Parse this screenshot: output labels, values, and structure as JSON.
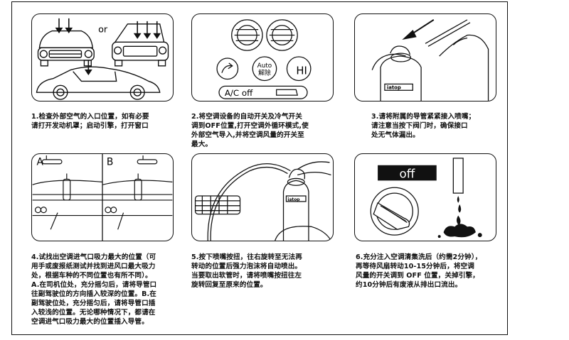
{
  "diagram_labels": {
    "or": "or",
    "ac_off": "A/C off",
    "auto_top": "Auto",
    "auto_bottom": "解除",
    "hi": "HI",
    "can_brand": "iatop",
    "label_a": "A",
    "label_b": "B",
    "off": "off"
  },
  "steps": [
    {
      "text": "1.检查外部空气的入口位置，如有必要\n请打开发动机罩；启动引擎，打开窗口"
    },
    {
      "text": "2.将空调设备的自动开关及冷气开关\n调到OFF位置,打开空调外循环模式,使\n外部空气导入,并将空调风量的开关至\n最大。"
    },
    {
      "text": "3.请将附属的导管紧紧接入喷嘴；\n请注意当按下阀门时，确保接口\n处无气体漏出。"
    },
    {
      "text": "4.试找出空调进气口吸力最大的位置（可\n用手或废报纸测试并找到进风口最大吸力\n处，根据车种的不同位置也有所不同）。\nA.在司机位处，充分摇匀后，请将导管口\n往副驾驶位的方向插入较深的位置。B.在\n副驾驶位处，充分摇匀后，请将导管口插\n入较浅的位置。无论哪种情况下，都请在\n空调进气口吸力最大的位置插入导管。"
    },
    {
      "text": "5.按下喷嘴按扭，往右旋转至无法再\n转动的位置后强力泡沫将自动喷出。\n当要取出软管时，请将喷嘴按扭往左\n旋转回复至原来的位置。"
    },
    {
      "text": "6.充分注入空调清集洗后（约需2分钟），\n再等待风扇转动10-15分钟后，将空调\n风量的开关调到 OFF 位置，关掉引擎，\n约10分钟后有废液从排出口流出。"
    }
  ]
}
